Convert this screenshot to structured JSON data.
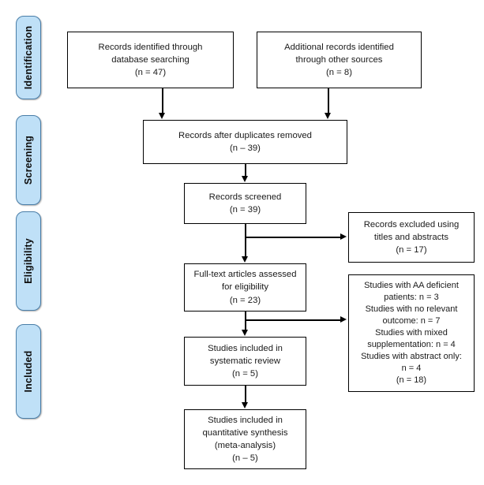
{
  "diagram": {
    "title": "PRISMA flow diagram",
    "type": "prisma-flow-diagram",
    "colors": {
      "stage_fill": "#bfe0f7",
      "stage_border": "#4a7ea8",
      "box_border": "#000000",
      "background": "#ffffff",
      "text": "#1a1a1a"
    }
  },
  "stages": [
    {
      "id": "identification",
      "label": "Identification"
    },
    {
      "id": "screening",
      "label": "Screening"
    },
    {
      "id": "eligibility",
      "label": "Eligibility"
    },
    {
      "id": "included",
      "label": "Included"
    }
  ],
  "boxes": {
    "records_database": {
      "text": "Records identified through\ndatabase searching\n(n = 47)",
      "n": 47
    },
    "records_other": {
      "text": "Additional records identified\nthrough other sources\n(n = 8)",
      "n": 8
    },
    "duplicates_removed": {
      "text": "Records after duplicates removed\n(n – 39)",
      "n": 39
    },
    "records_screened": {
      "text": "Records screened\n(n = 39)",
      "n": 39
    },
    "records_excluded": {
      "text": "Records excluded using\ntitles and abstracts\n(n = 17)",
      "n": 17
    },
    "fulltext_assessed": {
      "text": "Full-text articles assessed\nfor eligibility\n(n = 23)",
      "n": 23
    },
    "fulltext_excluded": {
      "text": "Studies with AA deficient\npatients: n = 3\nStudies with no relevant\noutcome: n = 7\nStudies with mixed\nsupplementation: n = 4\nStudies with abstract only:\nn = 4\n(n = 18)",
      "n": 18
    },
    "included_systematic": {
      "text": "Studies included in\nsystematic review\n(n = 5)",
      "n": 5
    },
    "included_quantitative": {
      "text": "Studies included in\nquantitative synthesis\n(meta-analysis)\n(n – 5)",
      "n": 5
    }
  }
}
